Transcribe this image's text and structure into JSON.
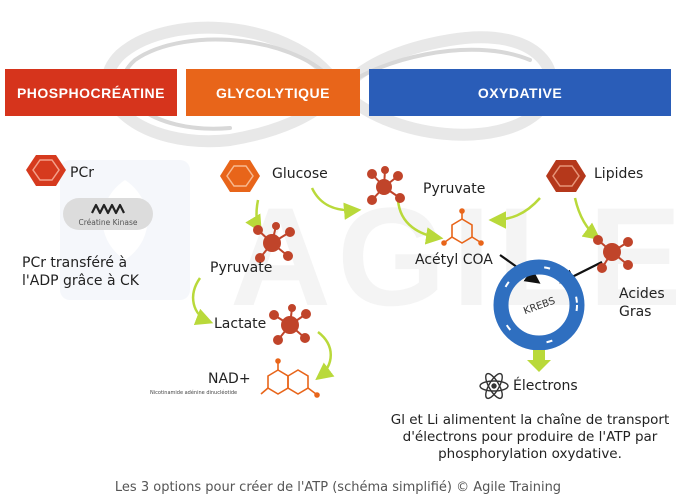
{
  "banners": {
    "phospho": "PHOSPHOCRÉATINE",
    "glyco": "GLYCOLYTIQUE",
    "oxy": "OXYDATIVE"
  },
  "watermark": "AGILE",
  "labels": {
    "pcr": "PCr",
    "creatine_kinase": "Créatine Kinase",
    "pcr_transfer_line1": "PCr transféré à",
    "pcr_transfer_line2": "l'ADP grâce à CK",
    "glucose": "Glucose",
    "pyruvate_left": "Pyruvate",
    "lactate": "Lactate",
    "nad": "NAD+",
    "nad_full": "Nicotinamide adénine dinucléotide",
    "pyruvate_top": "Pyruvate",
    "acetyl_coa": "Acétyl COA",
    "lipides": "Lipides",
    "acides_gras_line1": "Acides",
    "acides_gras_line2": "Gras",
    "krebs": "KREBS",
    "electrons": "Électrons",
    "summary_line1": "Gl et Li alimentent la chaîne de transport",
    "summary_line2": "d'électrons pour produire de l'ATP par",
    "summary_line3": "phosphorylation oxydative."
  },
  "caption": "Les 3 options pour créer de l'ATP (schéma simplifié) © Agile Training",
  "colors": {
    "phospho": "#d6341c",
    "glyco": "#e8651a",
    "oxy": "#2a5db8",
    "arrow_green": "#b9d93a",
    "hexagon_red": "#d63a1e",
    "krebs_ring": "#2f6fc0"
  },
  "icons": [
    "hexagon-icon",
    "molecule-icon",
    "atom-icon",
    "creatine-kinase-icon"
  ]
}
